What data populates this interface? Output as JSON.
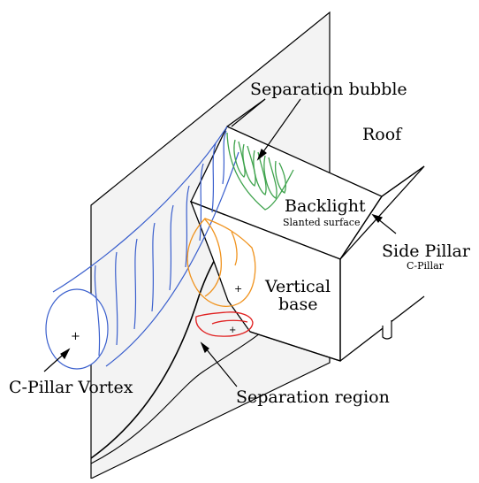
{
  "labels": {
    "separation_bubble": "Separation bubble",
    "roof": "Roof",
    "backlight": "Backlight",
    "backlight_sub": "Slanted surface",
    "side_pillar": "Side Pillar",
    "side_pillar_sub": "C-Pillar",
    "vertical_base_1": "Vertical",
    "vertical_base_2": "base",
    "c_pillar_vortex": "C-Pillar Vortex",
    "separation_region": "Separation region"
  },
  "colors": {
    "vortex": "#3a5fcd",
    "bubble": "#3fa34d",
    "orange": "#f0931e",
    "red": "#e02020",
    "plane_fill": "#f3f3f3",
    "line": "#000000"
  }
}
